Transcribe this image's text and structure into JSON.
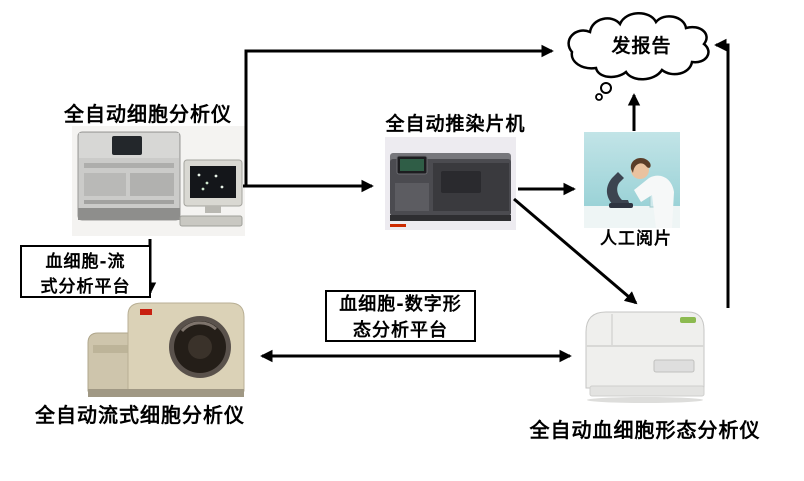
{
  "diagram": {
    "report_cloud": {
      "label": "发报告"
    },
    "nodes": {
      "cell_analyzer": {
        "label": "全自动细胞分析仪"
      },
      "slide_stainer": {
        "label": "全自动推染片机"
      },
      "manual_review": {
        "label": "人工阅片"
      },
      "flow_cell_analyzer": {
        "label": "全自动流式细胞分析仪"
      },
      "morphology_analyzer": {
        "label": "全自动血细胞形态分析仪"
      }
    },
    "platforms": {
      "flow_platform": {
        "line1": "血细胞-流",
        "line2": "式分析平台"
      },
      "digital_morphology_platform": {
        "line1": "血细胞-数字形",
        "line2": "态分析平台"
      }
    },
    "edges": [
      {
        "from": "cell_analyzer",
        "to": "report_cloud",
        "type": "arrow"
      },
      {
        "from": "cell_analyzer",
        "to": "slide_stainer",
        "type": "arrow"
      },
      {
        "from": "slide_stainer",
        "to": "manual_review",
        "type": "arrow"
      },
      {
        "from": "manual_review",
        "to": "report_cloud",
        "type": "arrow"
      },
      {
        "from": "slide_stainer",
        "to": "morphology_analyzer",
        "type": "arrow"
      },
      {
        "from": "cell_analyzer",
        "to": "flow_cell_analyzer",
        "type": "arrow"
      },
      {
        "from": "flow_cell_analyzer",
        "to": "morphology_analyzer",
        "type": "double-arrow"
      },
      {
        "from": "morphology_analyzer",
        "to": "report_cloud",
        "type": "arrow"
      }
    ],
    "colors": {
      "arrow": "#000000",
      "cloud_fill": "#ffffff",
      "box_border": "#000000",
      "text": "#000000"
    }
  }
}
